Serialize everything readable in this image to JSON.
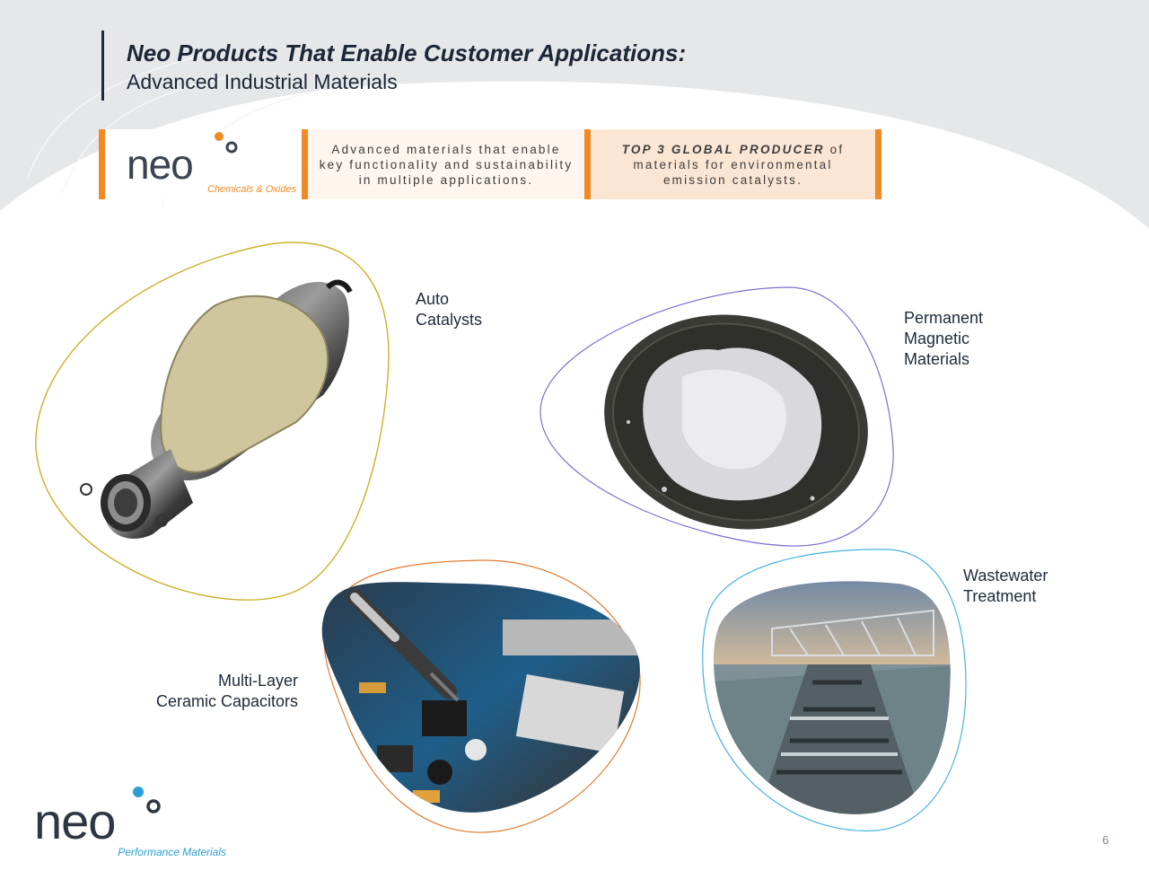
{
  "header": {
    "title": "Neo Products That Enable Customer Applications:",
    "subtitle": "Advanced Industrial Materials"
  },
  "brand_strip": {
    "logo": {
      "wordmark": "neo",
      "tagline": "Chemicals & Oxides"
    },
    "panel1_lines": [
      "Advanced materials that enable",
      "key functionality and sustainability",
      "in multiple applications."
    ],
    "panel2_highlight": "TOP 3 GLOBAL PRODUCER",
    "panel2_line1_rest": " of",
    "panel2_lines": [
      "materials for environmental",
      "emission catalysts."
    ]
  },
  "applications": [
    {
      "id": "auto",
      "label_lines": [
        "Auto",
        "Catalysts"
      ],
      "image_icon": "catalytic-converter-photo"
    },
    {
      "id": "magnetic",
      "label_lines": [
        "Permanent",
        "Magnetic",
        "Materials"
      ],
      "image_icon": "powder-dish-photo"
    },
    {
      "id": "mlcc",
      "label_lines": [
        "Multi-Layer",
        "Ceramic Capacitors"
      ],
      "image_icon": "circuit-board-soldering-photo"
    },
    {
      "id": "water",
      "label_lines": [
        "Wastewater",
        "Treatment"
      ],
      "image_icon": "water-treatment-plant-photo"
    }
  ],
  "footer": {
    "logo": {
      "wordmark": "neo",
      "tagline": "Performance Materials"
    },
    "page_number": "6"
  },
  "colors": {
    "accent_orange": "#f08a24",
    "navy": "#1e2b3a",
    "teal_blue": "#2a9fd6",
    "ring_yellow": "#c9b12a",
    "ring_purple": "#7c6fd0",
    "ring_orange": "#e07b2e",
    "ring_blue": "#45b3e0"
  }
}
